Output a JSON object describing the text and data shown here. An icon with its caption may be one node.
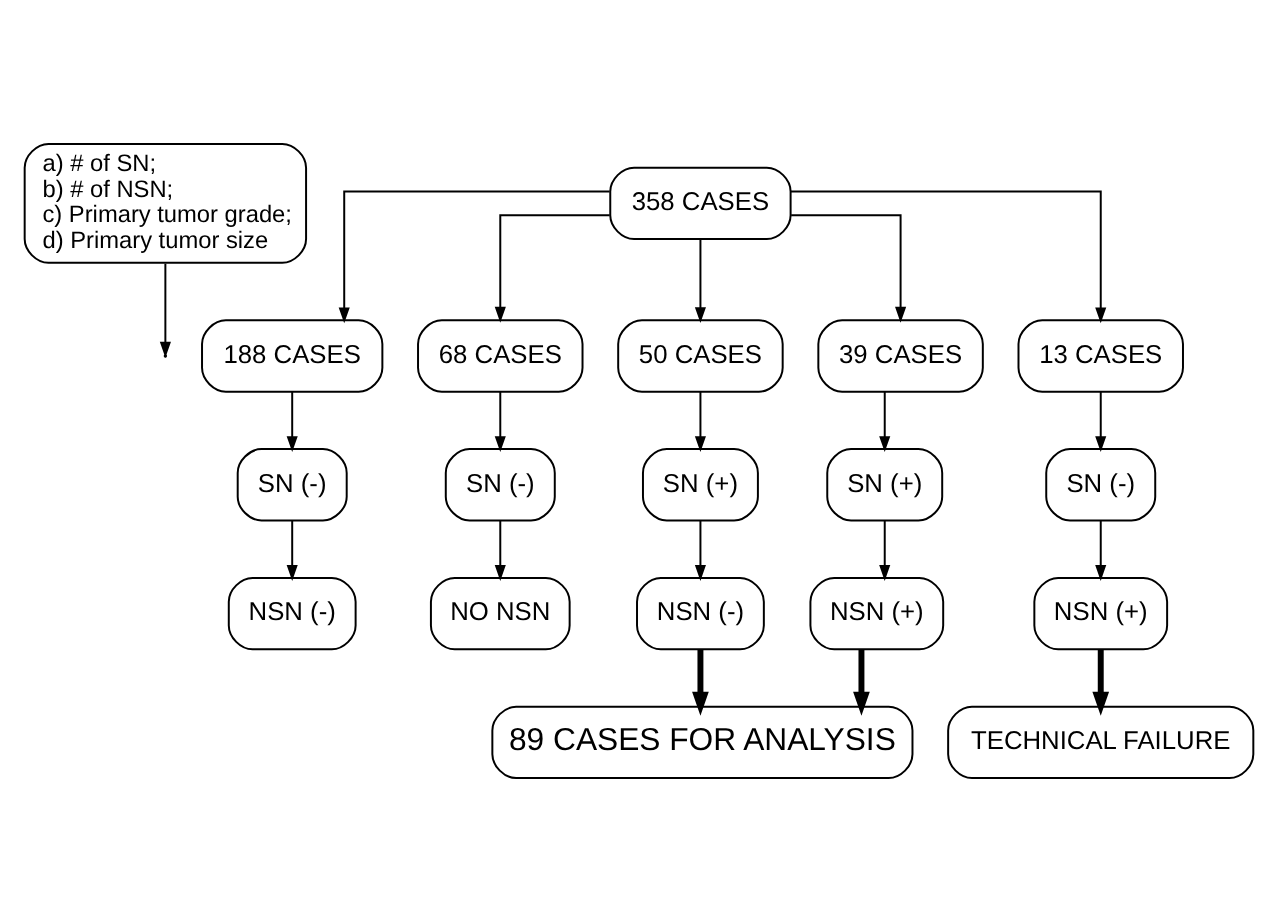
{
  "diagram": {
    "nodes": [
      {
        "text": [
          "a) # of SN;",
          "b) # of NSN;",
          "c) Primary tumor grade;",
          "d) Primary tumor size"
        ]
      },
      {
        "text": [
          "358 CASES"
        ]
      },
      {
        "text": [
          "188 CASES"
        ]
      },
      {
        "text": [
          "68 CASES"
        ]
      },
      {
        "text": [
          "50 CASES"
        ]
      },
      {
        "text": [
          "39 CASES"
        ]
      },
      {
        "text": [
          "13 CASES"
        ]
      },
      {
        "text": [
          "SN (-)"
        ]
      },
      {
        "text": [
          "SN (-)"
        ]
      },
      {
        "text": [
          "SN (+)"
        ]
      },
      {
        "text": [
          "SN (+)"
        ]
      },
      {
        "text": [
          "SN (-)"
        ]
      },
      {
        "text": [
          "NSN (-)"
        ]
      },
      {
        "text": [
          "NO NSN"
        ]
      },
      {
        "text": [
          "NSN (-)"
        ]
      },
      {
        "text": [
          "NSN (+)"
        ]
      },
      {
        "text": [
          "NSN (+)"
        ]
      },
      {
        "text": [
          "89 CASES FOR ANALYSIS"
        ]
      },
      {
        "text": [
          "TECHNICAL FAILURE"
        ]
      }
    ],
    "edges": [
      {
        "from": 0,
        "to": null,
        "arrow": "to"
      },
      {
        "from": 1,
        "to": 2,
        "arrow": "to"
      },
      {
        "from": 1,
        "to": 3,
        "arrow": "to"
      },
      {
        "from": 1,
        "to": 4,
        "arrow": "to"
      },
      {
        "from": 1,
        "to": 5,
        "arrow": "to"
      },
      {
        "from": 1,
        "to": 6,
        "arrow": "to"
      },
      {
        "from": 2,
        "to": 7,
        "arrow": "to"
      },
      {
        "from": 3,
        "to": 8,
        "arrow": "to"
      },
      {
        "from": 4,
        "to": 9,
        "arrow": "to"
      },
      {
        "from": 5,
        "to": 10,
        "arrow": "to"
      },
      {
        "from": 6,
        "to": 11,
        "arrow": "to"
      },
      {
        "from": 7,
        "to": 12,
        "arrow": "to"
      },
      {
        "from": 8,
        "to": 13,
        "arrow": "to"
      },
      {
        "from": 9,
        "to": 14,
        "arrow": "to"
      },
      {
        "from": 10,
        "to": 15,
        "arrow": "to"
      },
      {
        "from": 11,
        "to": 16,
        "arrow": "to"
      },
      {
        "from": 14,
        "to": 17,
        "arrow": "to",
        "style": "thick"
      },
      {
        "from": 15,
        "to": 17,
        "arrow": "to",
        "style": "thick"
      },
      {
        "from": 16,
        "to": 18,
        "arrow": "to",
        "style": "thick"
      }
    ]
  }
}
